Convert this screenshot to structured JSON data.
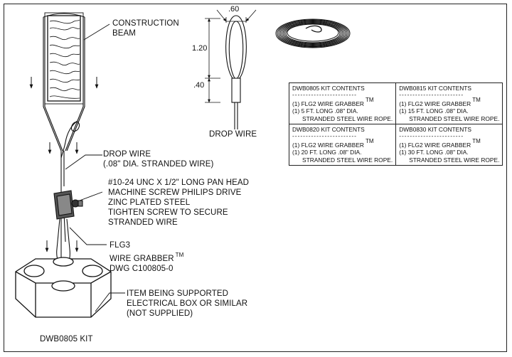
{
  "labels": {
    "construction_beam": [
      "CONSTRUCTION",
      "BEAM"
    ],
    "drop_wire_top": "DROP WIRE",
    "drop_wire_side": [
      "DROP WIRE",
      "(.08\" DIA. STRANDED WIRE)"
    ],
    "screw_note": [
      "#10-24 UNC X 1/2\" LONG PAN HEAD",
      "MACHINE  SCREW PHILIPS DRIVE",
      "ZINC PLATED STEEL",
      "TIGHTEN SCREW TO SECURE",
      "STRANDED WIRE"
    ],
    "grabber": [
      "FLG3",
      "WIRE GRABBER",
      "DWG C100805-0"
    ],
    "grabber_tm": "TM",
    "item_supported": [
      "ITEM BEING SUPPORTED",
      "ELECTRICAL BOX OR SIMILAR",
      "(NOT SUPPLIED)"
    ],
    "kit_name": "DWB0805 KIT"
  },
  "dimensions": {
    "width": ".60",
    "loop_length": "1.20",
    "sleeve_length": ".40"
  },
  "kits": [
    {
      "title": "DWB0805 KIT CONTENTS",
      "sep": "------------------------",
      "item1": "(1) FLG2 WIRE  GRABBER",
      "tm": "TM",
      "item2": "(1) 5 FT. LONG .08\" DIA.",
      "item3": "STRANDED STEEL WIRE ROPE."
    },
    {
      "title": "DWB0815 KIT CONTENTS",
      "sep": "------------------------",
      "item1": "(1) FLG2 WIRE  GRABBER",
      "tm": "TM",
      "item2": "(1) 15 FT. LONG .08\" DIA.",
      "item3": "STRANDED STEEL WIRE ROPE."
    },
    {
      "title": "DWB0820 KIT CONTENTS",
      "sep": "------------------------",
      "item1": "(1) FLG2 WIRE  GRABBER",
      "tm": "TM",
      "item2": "(1) 20 FT. LONG .08\" DIA.",
      "item3": "STRANDED STEEL WIRE ROPE."
    },
    {
      "title": "DWB0830 KIT CONTENTS",
      "sep": "------------------------",
      "item1": "(1) FLG2 WIRE  GRABBER",
      "tm": "TM",
      "item2": "(1) 30 FT. LONG .08\" DIA.",
      "item3": "STRANDED STEEL WIRE ROPE."
    }
  ]
}
